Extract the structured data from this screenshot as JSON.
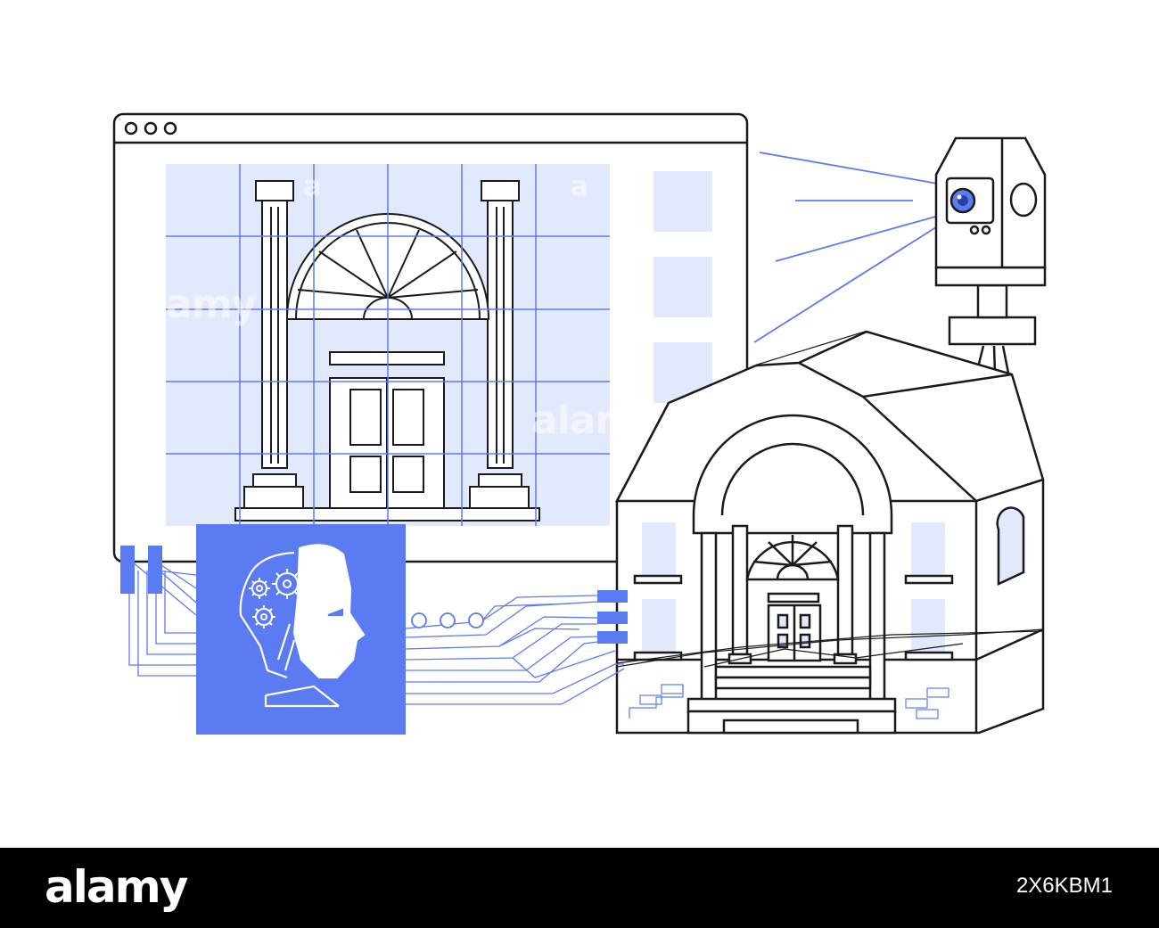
{
  "colors": {
    "accent": "#5a7bf2",
    "accent_light": "#e3e9fc",
    "line": "#1a1a1a",
    "background": "#ffffff",
    "footer_bg": "#000000",
    "footer_text": "#ffffff"
  },
  "icons": [
    "browser-window-icon",
    "blueprint-grid-icon",
    "ai-head-icon",
    "gear-icon",
    "surveying-total-station-icon",
    "neoclassical-building-icon",
    "circuit-lines-icon"
  ],
  "watermark": {
    "word_1": "amy",
    "word_2": "alam",
    "letter": "a"
  },
  "footer": {
    "logo": "alamy",
    "image_id": "2X6KBM1"
  }
}
